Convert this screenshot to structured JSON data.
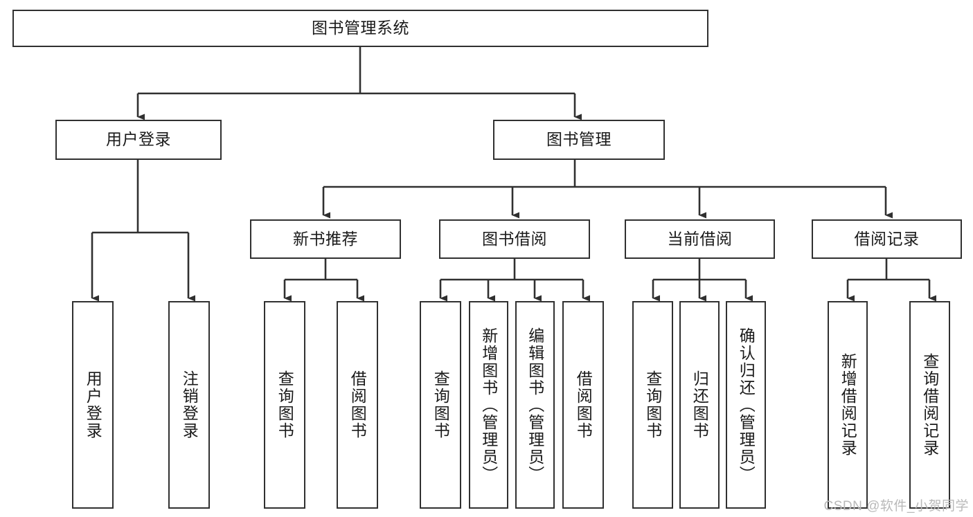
{
  "diagram": {
    "title": "图书管理系统",
    "type": "tree-hierarchy",
    "watermark": "CSDN @软件_小贺同学",
    "colors": {
      "node_border": "#303030",
      "node_fill": "#ffffff",
      "edge": "#303030",
      "text": "#1a1a1a",
      "watermark": "#b9b9b9",
      "background": "#ffffff"
    },
    "root": {
      "label": "图书管理系统"
    },
    "level1": [
      {
        "label": "用户登录"
      },
      {
        "label": "图书管理"
      }
    ],
    "level2": [
      {
        "label": "新书推荐"
      },
      {
        "label": "图书借阅"
      },
      {
        "label": "当前借阅"
      },
      {
        "label": "借阅记录"
      }
    ],
    "leaves": {
      "user_login": [
        {
          "label": "用户登录"
        },
        {
          "label": "注销登录"
        }
      ],
      "new_book_recommend": [
        {
          "label": "查询图书"
        },
        {
          "label": "借阅图书"
        }
      ],
      "book_borrow": [
        {
          "label": "查询图书"
        },
        {
          "label": "新增图书（管理员）"
        },
        {
          "label": "编辑图书（管理员）"
        },
        {
          "label": "借阅图书"
        }
      ],
      "current_borrow": [
        {
          "label": "查询图书"
        },
        {
          "label": "归还图书"
        },
        {
          "label": "确认归还（管理员）"
        }
      ],
      "borrow_record": [
        {
          "label": "新增借阅记录"
        },
        {
          "label": "查询借阅记录"
        }
      ]
    }
  }
}
